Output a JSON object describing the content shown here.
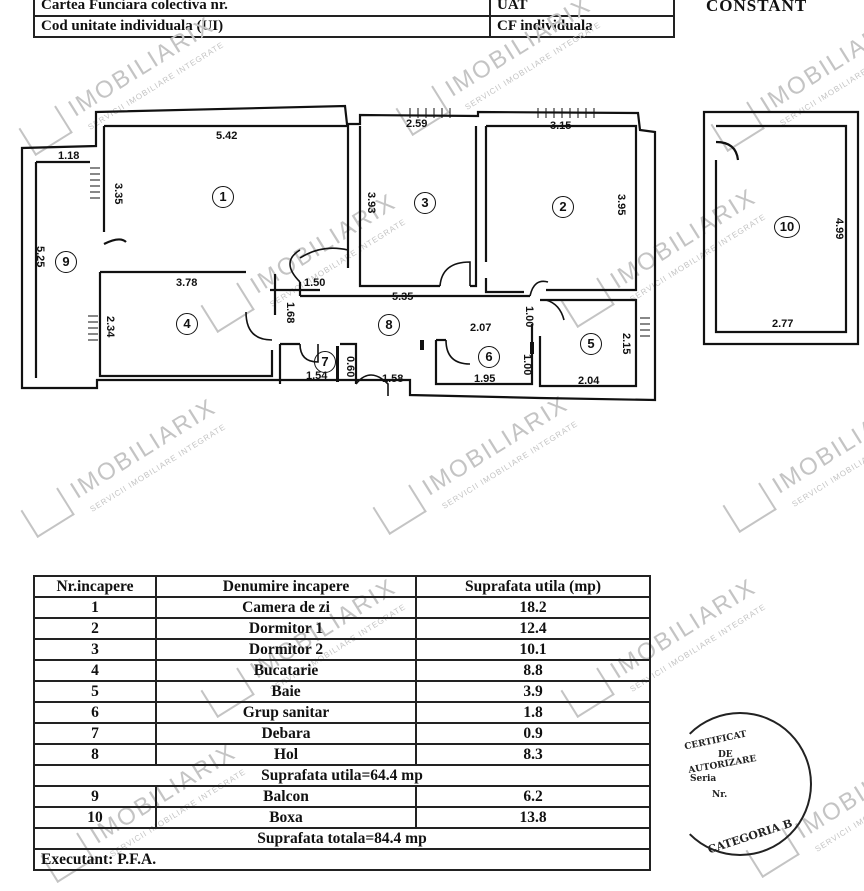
{
  "header": {
    "row1_label": "Cartea Funciara colectiva nr.",
    "row1_value": "UAT",
    "row2_label": "Cod unitate individuala (UI)",
    "row2_value": "CF individuala",
    "locality": "CONSTANT"
  },
  "watermark": {
    "brand": "IMOBILIARIX",
    "tagline": "SERVICII IMOBILIARE INTEGRATE"
  },
  "plan": {
    "rooms": [
      {
        "id": "1",
        "label": "1"
      },
      {
        "id": "2",
        "label": "2"
      },
      {
        "id": "3",
        "label": "3"
      },
      {
        "id": "4",
        "label": "4"
      },
      {
        "id": "5",
        "label": "5"
      },
      {
        "id": "6",
        "label": "6"
      },
      {
        "id": "7",
        "label": "7"
      },
      {
        "id": "8",
        "label": "8"
      },
      {
        "id": "9",
        "label": "9"
      },
      {
        "id": "10",
        "label": "10"
      }
    ],
    "dims": {
      "d542": "5.42",
      "d259": "2.59",
      "d315": "3.15",
      "d118": "1.18",
      "d335": "3.35",
      "d393": "3.93",
      "d395": "3.95",
      "d525": "5.25",
      "d378": "3.78",
      "d150": "1.50",
      "d535": "5.35",
      "d168": "1.68",
      "d234": "2.34",
      "d207": "2.07",
      "d100a": "1.00",
      "d215": "2.15",
      "d154": "1.54",
      "d060": "0.60",
      "d158": "1.58",
      "d195": "1.95",
      "d100b": "1.00",
      "d204": "2.04",
      "d499": "4.99",
      "d277": "2.77"
    }
  },
  "table": {
    "headers": [
      "Nr.incapere",
      "Denumire incapere",
      "Suprafata utila (mp)"
    ],
    "rows": [
      {
        "nr": "1",
        "name": "Camera de zi",
        "area": "18.2"
      },
      {
        "nr": "2",
        "name": "Dormitor 1",
        "area": "12.4"
      },
      {
        "nr": "3",
        "name": "Dormitor 2",
        "area": "10.1"
      },
      {
        "nr": "4",
        "name": "Bucatarie",
        "area": "8.8"
      },
      {
        "nr": "5",
        "name": "Baie",
        "area": "3.9"
      },
      {
        "nr": "6",
        "name": "Grup sanitar",
        "area": "1.8"
      },
      {
        "nr": "7",
        "name": "Debara",
        "area": "0.9"
      },
      {
        "nr": "8",
        "name": "Hol",
        "area": "8.3"
      }
    ],
    "subtotal": "Suprafata utila=64.4 mp",
    "extra_rows": [
      {
        "nr": "9",
        "name": "Balcon",
        "area": "6.2"
      },
      {
        "nr": "10",
        "name": "Boxa",
        "area": "13.8"
      }
    ],
    "total": "Suprafata totala=84.4 mp",
    "executant": "Executant: P.F.A."
  },
  "stamp": {
    "line1": "CERTIFICAT",
    "line2": "DE",
    "line3": "AUTORIZARE",
    "line4": "Seria",
    "line5": "Nr.",
    "category": "CATEGORIA B"
  }
}
